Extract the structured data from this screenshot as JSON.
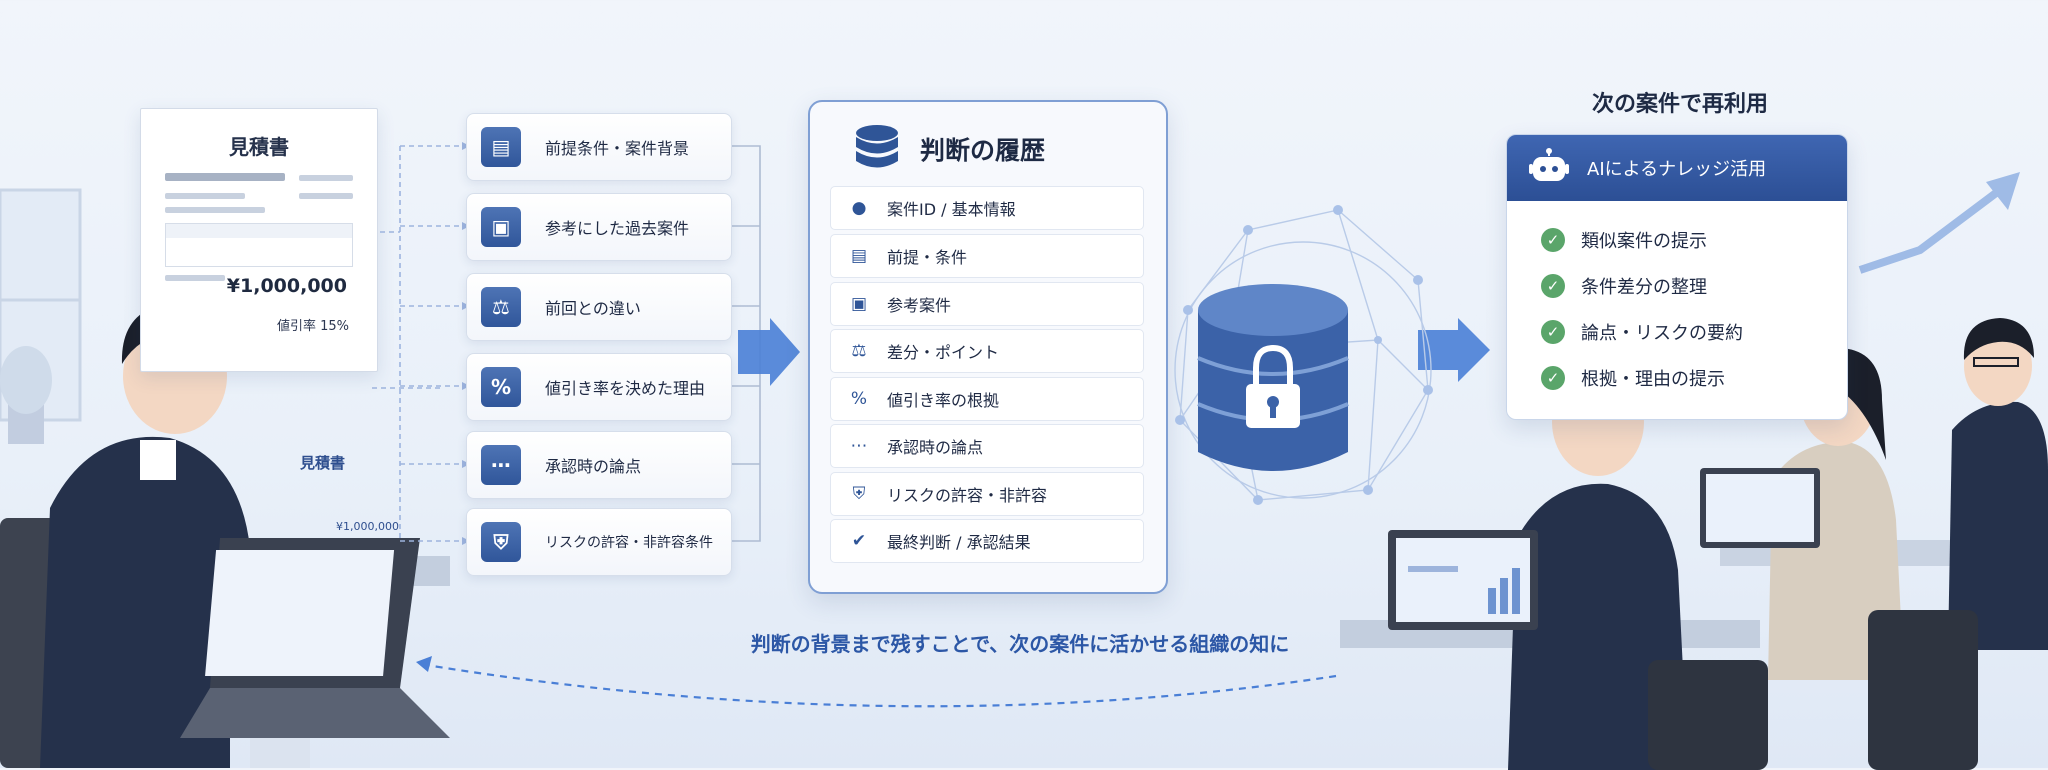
{
  "quote": {
    "title": "見積書",
    "amount": "¥1,000,000",
    "discount": "値引率 15%",
    "laptop_title": "見積書",
    "laptop_amount": "¥1,000,000"
  },
  "left_cards": [
    {
      "label": "前提条件・案件背景",
      "icon": "clipboard-icon"
    },
    {
      "label": "参考にした過去案件",
      "icon": "folder-icon"
    },
    {
      "label": "前回との違い",
      "icon": "scale-icon"
    },
    {
      "label": "値引き率を決めた理由",
      "icon": "percent-icon"
    },
    {
      "label": "承認時の論点",
      "icon": "chat-bubble-icon"
    },
    {
      "label": "リスクの許容・非許容条件",
      "icon": "shield-icon"
    }
  ],
  "history": {
    "title": "判断の履歴",
    "rows": [
      {
        "label": "案件ID / 基本情報",
        "icon": "person-icon"
      },
      {
        "label": "前提・条件",
        "icon": "clipboard-icon"
      },
      {
        "label": "参考案件",
        "icon": "folder-icon"
      },
      {
        "label": "差分・ポイント",
        "icon": "scale-icon"
      },
      {
        "label": "値引き率の根拠",
        "icon": "percent-icon"
      },
      {
        "label": "承認時の論点",
        "icon": "chat-bubble-icon"
      },
      {
        "label": "リスクの許容・非許容",
        "icon": "shield-icon"
      },
      {
        "label": "最終判断 / 承認結果",
        "icon": "check-circle-icon"
      }
    ]
  },
  "reuse": {
    "title": "次の案件で再利用",
    "ai_title": "AIによるナレッジ活用",
    "items": [
      "類似案件の提示",
      "条件差分の整理",
      "論点・リスクの要約",
      "根拠・理由の提示"
    ]
  },
  "caption": "判断の背景まで残すことで、次の案件に活かせる組織の知に",
  "colors": {
    "accent": "#2f5597",
    "arrow": "#4a7fd6",
    "check": "#5aa56a"
  }
}
